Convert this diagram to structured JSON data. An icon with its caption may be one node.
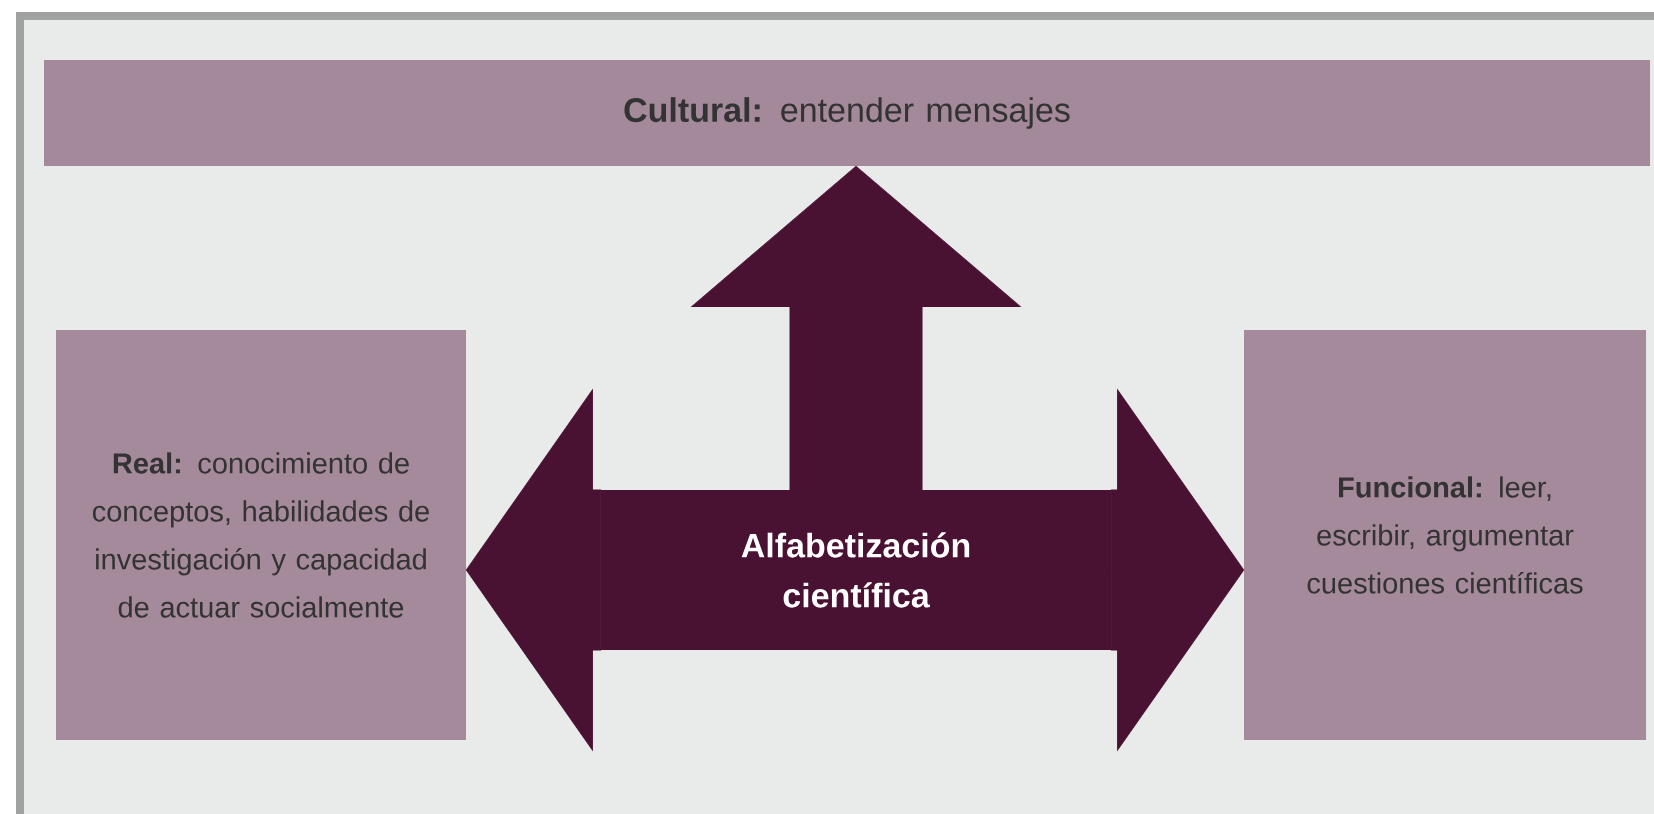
{
  "diagram": {
    "nodes": [
      {
        "text": [
          "**Cultural:** entender mensajes"
        ]
      },
      {
        "text": [
          "**Real:** conocimiento de conceptos, habilidades de investigación y capacidad de actuar socialmente"
        ]
      },
      {
        "text": [
          "Alfabetización científica"
        ]
      },
      {
        "text": [
          "**Funcional:** leer, escribir, argumentar cuestiones científicas"
        ]
      }
    ],
    "edges": [
      {
        "from": 2,
        "to": 0,
        "arrow": "to"
      },
      {
        "from": 2,
        "to": 1,
        "arrow": "to"
      },
      {
        "from": 2,
        "to": 3,
        "arrow": "to"
      }
    ]
  }
}
